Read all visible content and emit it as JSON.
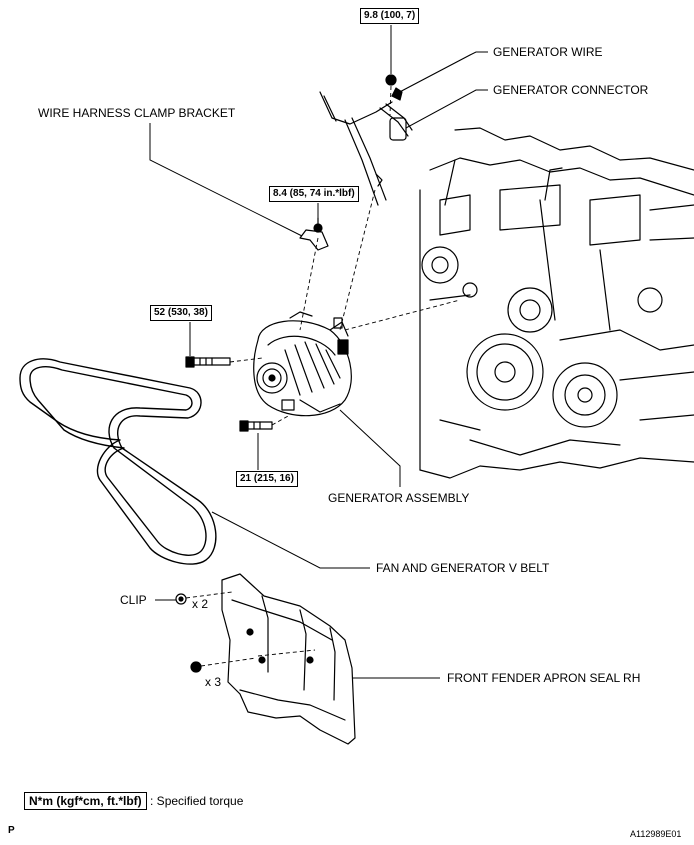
{
  "torques": {
    "generator_wire_nut": "9.8 (100, 7)",
    "clamp_bracket_bolt": "8.4 (85, 74 in.*lbf)",
    "upper_bolt": "52 (530, 38)",
    "lower_bolt": "21 (215, 16)"
  },
  "labels": {
    "generator_wire": "GENERATOR WIRE",
    "generator_connector": "GENERATOR CONNECTOR",
    "wire_harness_clamp_bracket": "WIRE HARNESS CLAMP BRACKET",
    "generator_assembly": "GENERATOR ASSEMBLY",
    "v_belt": "FAN AND GENERATOR V BELT",
    "clip": "CLIP",
    "apron_seal": "FRONT FENDER APRON SEAL RH"
  },
  "quantities": {
    "clip": "x 2",
    "seal_bolt": "x 3"
  },
  "legend": {
    "unit_box": "N*m (kgf*cm, ft.*lbf)",
    "description": ": Specified torque"
  },
  "footer": {
    "left_code": "P",
    "figure_id": "A112989E01"
  }
}
